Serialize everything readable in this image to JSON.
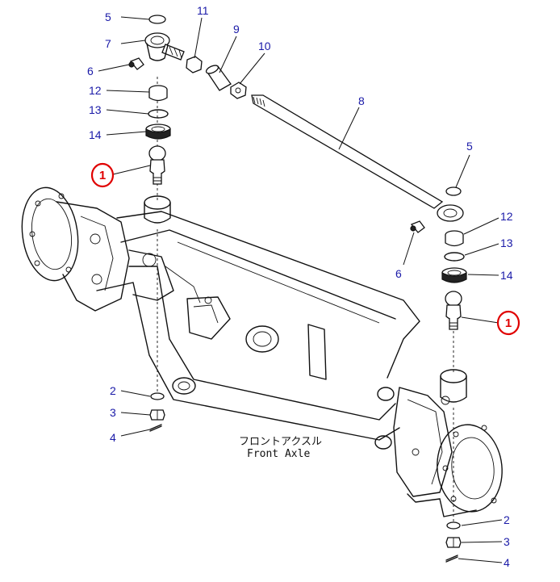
{
  "diagram": {
    "caption_jp": "フロントアクスル",
    "caption_en": "Front Axle",
    "callouts": {
      "n5a": "5",
      "n7": "7",
      "n6a": "6",
      "n12a": "12",
      "n13a": "13",
      "n14a": "14",
      "n1a": "1",
      "n11": "11",
      "n9": "9",
      "n10": "10",
      "n8": "8",
      "n5b": "5",
      "n12b": "12",
      "n13b": "13",
      "n6b": "6",
      "n14b": "14",
      "n1b": "1",
      "n2a": "2",
      "n3a": "3",
      "n4a": "4",
      "n2b": "2",
      "n3b": "3",
      "n4b": "4"
    },
    "highlight_color": "#e00000",
    "callout_color": "#1a1aa8"
  }
}
